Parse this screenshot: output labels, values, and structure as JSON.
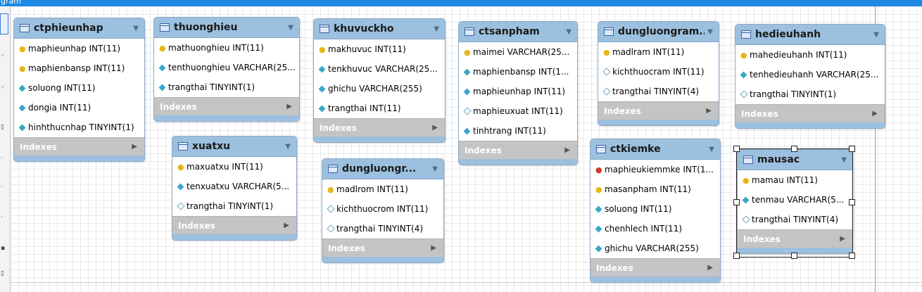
{
  "window": {
    "title": "gram"
  },
  "tables": [
    {
      "id": "ctphieunhap",
      "name": "ctphieunhap",
      "columns": [
        {
          "label": "maphieunhap INT(11)",
          "icon": "primary-key-icon"
        },
        {
          "label": "maphienbansp INT(11)",
          "icon": "primary-key-icon"
        },
        {
          "label": "soluong INT(11)",
          "icon": "filled-diamond-icon"
        },
        {
          "label": "dongia INT(11)",
          "icon": "filled-diamond-icon"
        },
        {
          "label": "hinhthucnhap TINYINT(1)",
          "icon": "filled-diamond-icon"
        }
      ],
      "indexes": "Indexes"
    },
    {
      "id": "thuonghieu",
      "name": "thuonghieu",
      "columns": [
        {
          "label": "mathuonghieu INT(11)",
          "icon": "primary-key-icon"
        },
        {
          "label": "tenthuonghieu VARCHAR(25...",
          "icon": "filled-diamond-icon"
        },
        {
          "label": "trangthai TINYINT(1)",
          "icon": "filled-diamond-icon"
        }
      ],
      "indexes": "Indexes"
    },
    {
      "id": "xuatxu",
      "name": "xuatxu",
      "columns": [
        {
          "label": "maxuatxu INT(11)",
          "icon": "primary-key-icon"
        },
        {
          "label": "tenxuatxu VARCHAR(5...",
          "icon": "filled-diamond-icon"
        },
        {
          "label": "trangthai TINYINT(1)",
          "icon": "hollow-diamond-icon"
        }
      ],
      "indexes": "Indexes"
    },
    {
      "id": "khuvuckho",
      "name": "khuvuckho",
      "columns": [
        {
          "label": "makhuvuc INT(11)",
          "icon": "primary-key-icon"
        },
        {
          "label": "tenkhuvuc VARCHAR(25...",
          "icon": "filled-diamond-icon"
        },
        {
          "label": "ghichu VARCHAR(255)",
          "icon": "filled-diamond-icon"
        },
        {
          "label": "trangthai INT(11)",
          "icon": "filled-diamond-icon"
        }
      ],
      "indexes": "Indexes"
    },
    {
      "id": "dungluongrom",
      "name": "dungluongr...",
      "columns": [
        {
          "label": "madlrom INT(11)",
          "icon": "primary-key-icon"
        },
        {
          "label": "kichthuocrom INT(11)",
          "icon": "hollow-diamond-icon"
        },
        {
          "label": "trangthai TINYINT(4)",
          "icon": "hollow-diamond-icon"
        }
      ],
      "indexes": "Indexes"
    },
    {
      "id": "ctsanpham",
      "name": "ctsanpham",
      "columns": [
        {
          "label": "maimei VARCHAR(25...",
          "icon": "primary-key-icon"
        },
        {
          "label": "maphienbansp INT(1...",
          "icon": "filled-diamond-icon"
        },
        {
          "label": "maphieunhap INT(11)",
          "icon": "filled-diamond-icon"
        },
        {
          "label": "maphieuxuat INT(11)",
          "icon": "hollow-diamond-icon"
        },
        {
          "label": "tinhtrang INT(11)",
          "icon": "filled-diamond-icon"
        }
      ],
      "indexes": "Indexes"
    },
    {
      "id": "dungluongram",
      "name": "dungluongram...",
      "columns": [
        {
          "label": "madlram INT(11)",
          "icon": "primary-key-icon"
        },
        {
          "label": "kichthuocram INT(11)",
          "icon": "hollow-diamond-icon"
        },
        {
          "label": "trangthai TINYINT(4)",
          "icon": "hollow-diamond-icon"
        }
      ],
      "indexes": "Indexes"
    },
    {
      "id": "ctkiemke",
      "name": "ctkiemke",
      "columns": [
        {
          "label": "maphieukiemmke INT(1...",
          "icon": "foreign-key-icon"
        },
        {
          "label": "masanpham INT(11)",
          "icon": "primary-key-icon"
        },
        {
          "label": "soluong INT(11)",
          "icon": "filled-diamond-icon"
        },
        {
          "label": "chenhlech INT(11)",
          "icon": "filled-diamond-icon"
        },
        {
          "label": "ghichu VARCHAR(255)",
          "icon": "filled-diamond-icon"
        }
      ],
      "indexes": "Indexes"
    },
    {
      "id": "hedieuhanh",
      "name": "hedieuhanh",
      "columns": [
        {
          "label": "mahedieuhanh INT(11)",
          "icon": "primary-key-icon"
        },
        {
          "label": "tenhedieuhanh VARCHAR(25...",
          "icon": "filled-diamond-icon"
        },
        {
          "label": "trangthai TINYINT(1)",
          "icon": "hollow-diamond-icon"
        }
      ],
      "indexes": "Indexes"
    },
    {
      "id": "mausac",
      "name": "mausac",
      "columns": [
        {
          "label": "mamau INT(11)",
          "icon": "primary-key-icon"
        },
        {
          "label": "tenmau VARCHAR(5...",
          "icon": "filled-diamond-icon"
        },
        {
          "label": "trangthai TINYINT(4)",
          "icon": "hollow-diamond-icon"
        }
      ],
      "indexes": "Indexes"
    }
  ]
}
